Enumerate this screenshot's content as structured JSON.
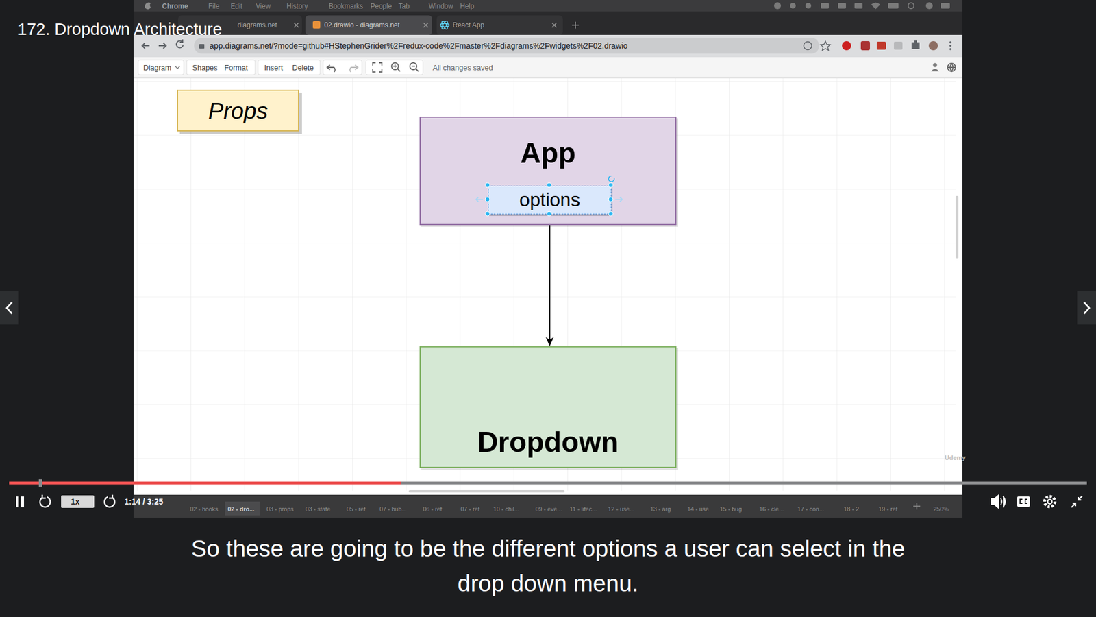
{
  "diagram": {
    "title": "172. Dropdown Architecture",
    "caption": "So these are going to be the different options a user can select in the drop down menu.",
    "nodes": [
      {
        "text": [
          "Props"
        ]
      },
      {
        "text": [
          "App"
        ]
      },
      {
        "text": [
          "options"
        ],
        "in": 1
      },
      {
        "text": [
          "Dropdown"
        ]
      }
    ],
    "edges": [
      {
        "from": 2,
        "to": 3,
        "arrow": "to"
      }
    ],
    "labels": [
      "Chrome",
      "File",
      "Edit",
      "View",
      "History",
      "Bookmarks",
      "People",
      "Tab",
      "Window",
      "Help",
      "diagrams.net",
      "02.drawio - diagrams.net",
      "React App",
      "app.diagrams.net/?mode=github#HStephenGrider%2Fredux-code%2Fmaster%2Fdiagrams%2Fwidgets%2F02.drawio",
      "Diagram",
      "Shapes",
      "Format",
      "Insert",
      "Delete",
      "All changes saved",
      "1x",
      "1:14 / 3:25",
      "02 - hooks",
      "02 - dro...",
      "03 - props",
      "03 - state",
      "05 - ref",
      "07 - bub...",
      "06 - ref",
      "07 - ref",
      "10 - chil...",
      "09 - eve...",
      "11 - lifec...",
      "12 - use...",
      "13 - arg",
      "14 - use",
      "15 - bug",
      "16 - cle...",
      "17 - con...",
      "18 - 2",
      "19 - ref",
      "250%",
      "Udemy"
    ]
  }
}
